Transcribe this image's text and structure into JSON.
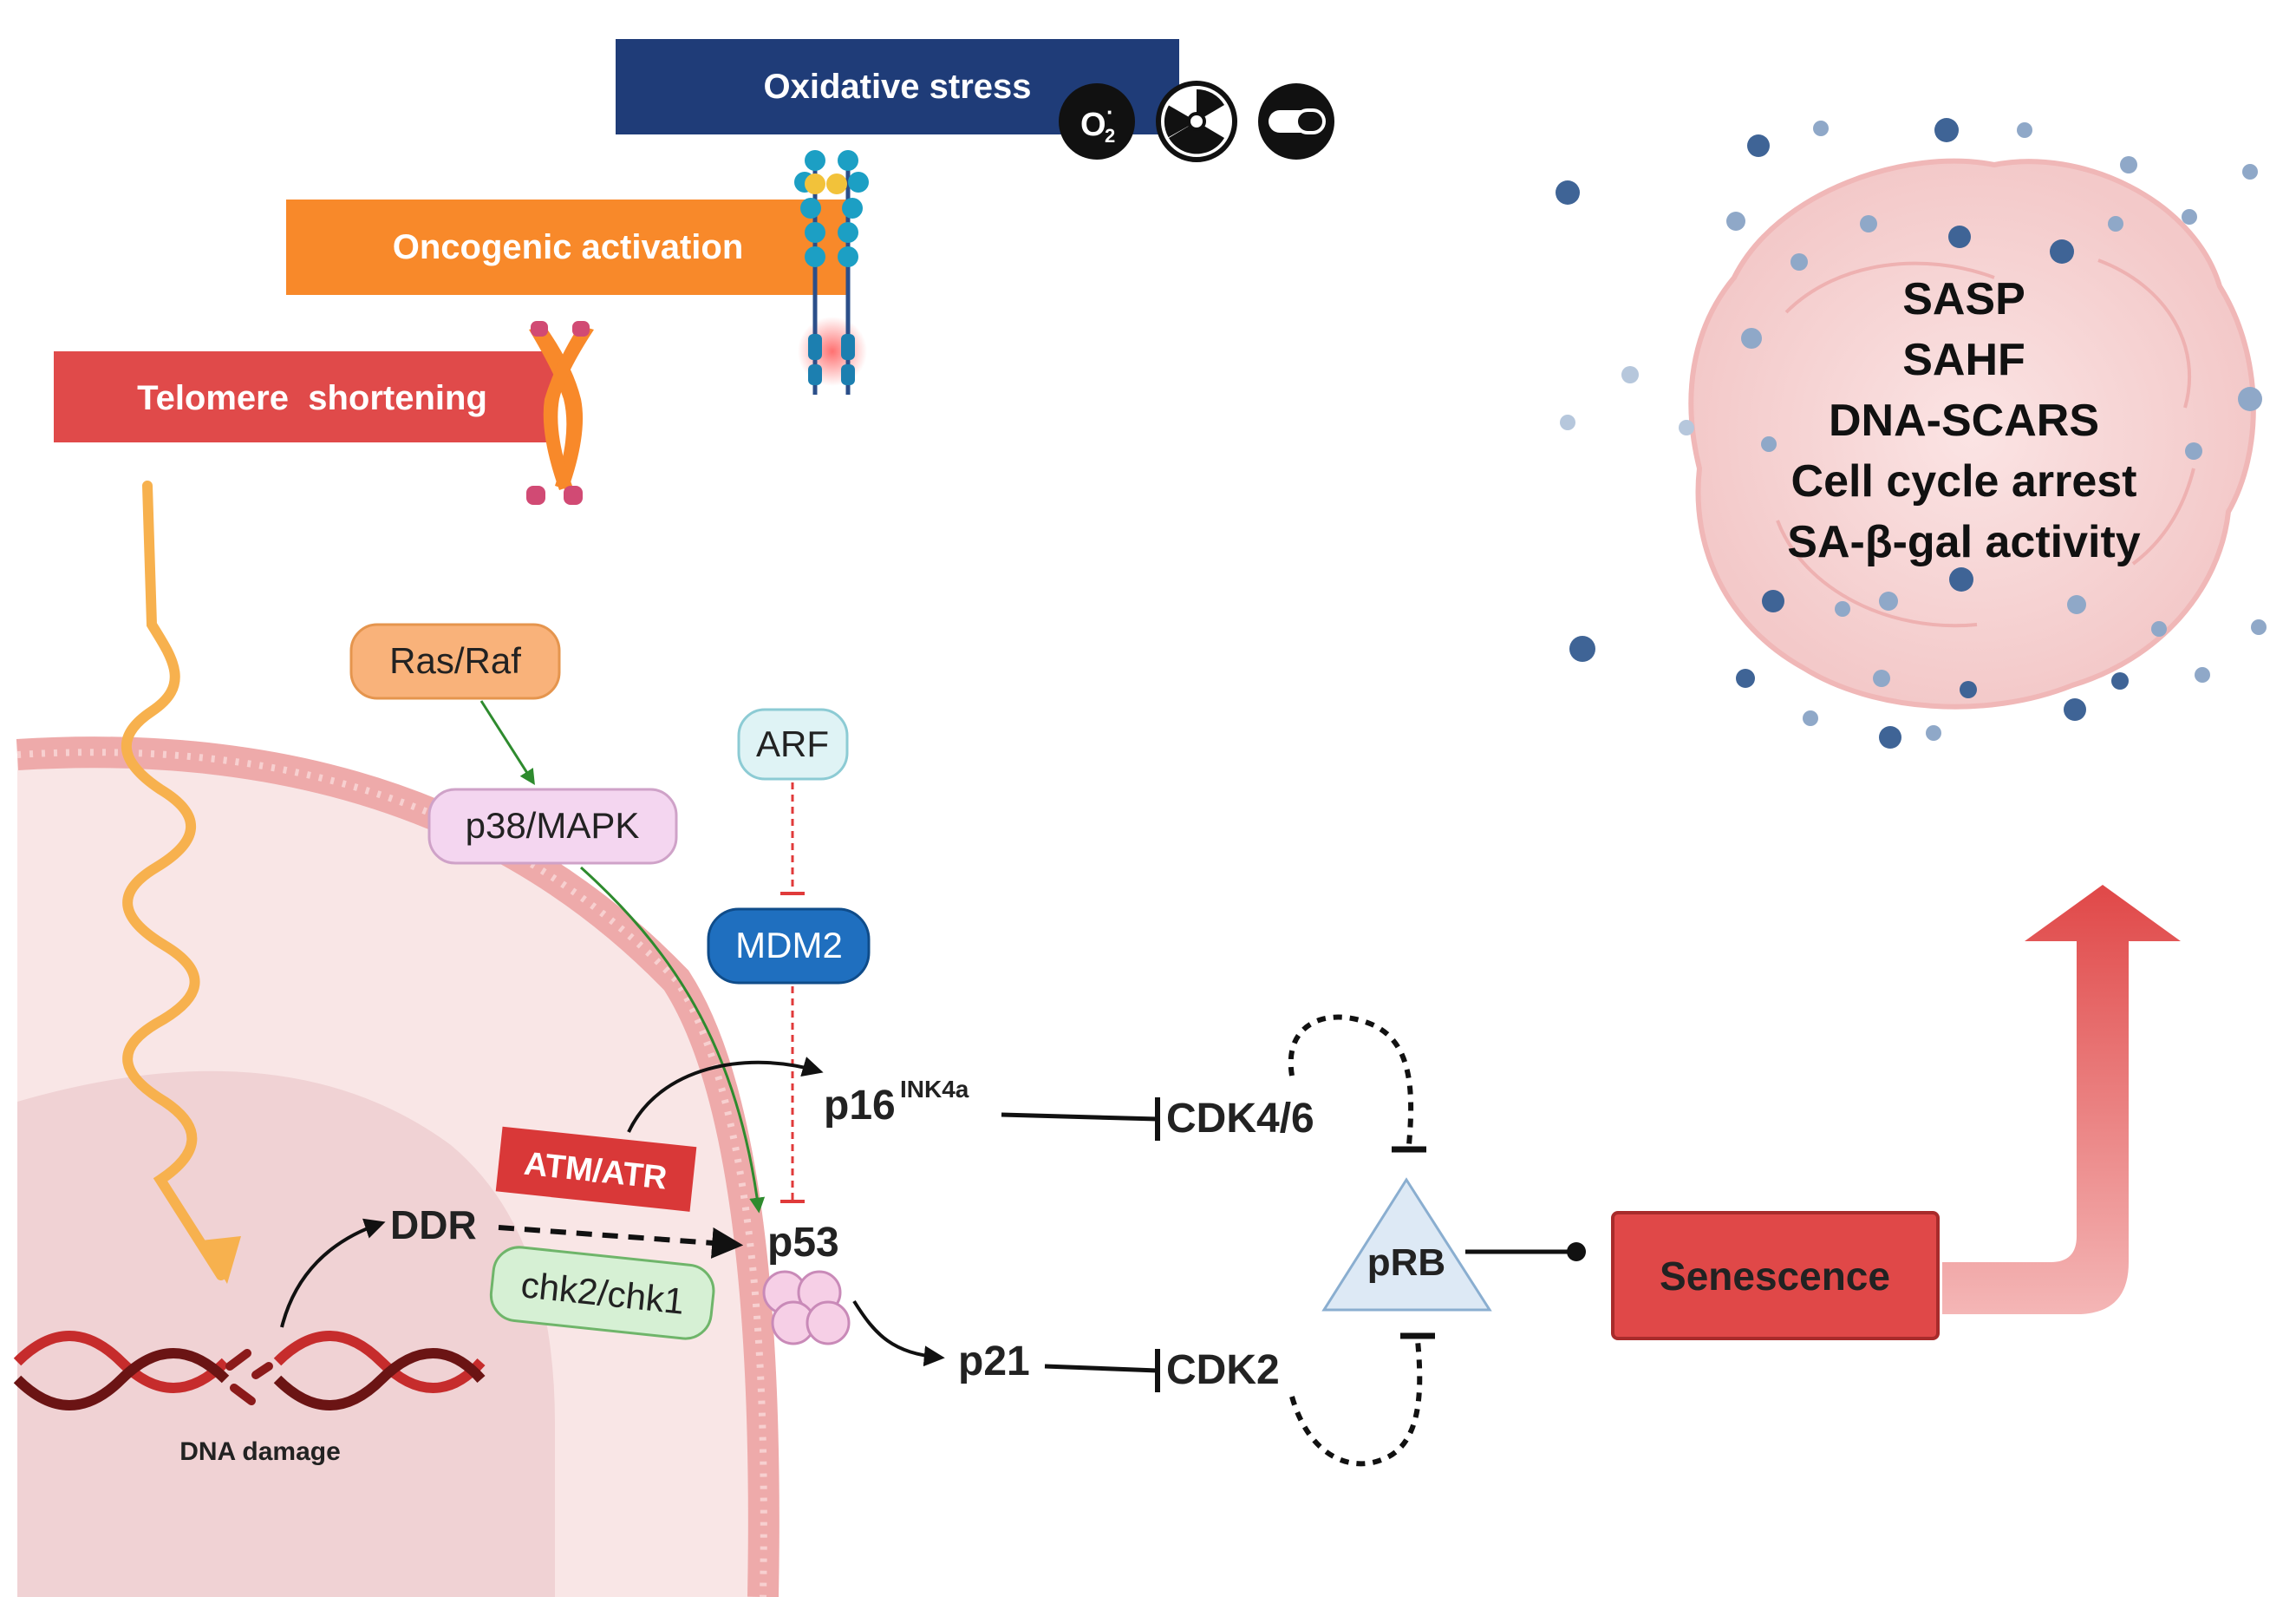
{
  "stressors": {
    "oxidative_stress": "Oxidative stress",
    "oncogenic_activation": "Oncogenic activation",
    "telomere_shortening": "Telomere  shortening",
    "o2_symbol": "O",
    "o2_subscript": "2",
    "o2_superscript": "·"
  },
  "nodes": {
    "ras_raf": "Ras/Raf",
    "p38_mapk": "p38/MAPK",
    "arf": "ARF",
    "mdm2": "MDM2",
    "atm_atr": "ATM/ATR",
    "ddr": "DDR",
    "chk": "chk2/chk1",
    "p53": "p53",
    "p16": "p16",
    "p16_superscript": "INK4a",
    "p21": "p21",
    "cdk46": "CDK4/6",
    "cdk2": "CDK2",
    "prb": "pRB",
    "senescence": "Senescence",
    "dna_damage": "DNA damage"
  },
  "senescent_cell": {
    "hallmarks": [
      "SASP",
      "SAHF",
      "DNA-SCARS",
      "Cell cycle arrest",
      "SA-β-gal activity"
    ]
  },
  "colors": {
    "oxidative": "#1f3c78",
    "oncogenic": "#f8892a",
    "telomere": "#e04a4a",
    "ras_raf": "#f9b27a",
    "p38": "#f4d6f0",
    "arf": "#dff3f5",
    "mdm2": "#1f6fbf",
    "atm": "#d93838",
    "chk": "#d6f0d4",
    "senescence": "#e04848",
    "cell": "#f8d9d9",
    "dot": "#3f6496"
  }
}
